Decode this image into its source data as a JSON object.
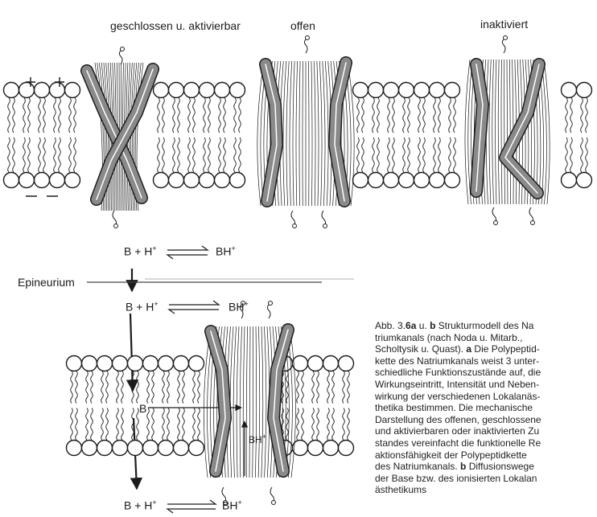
{
  "figure": {
    "panel_a": {
      "state_labels": {
        "closed": "geschlossen u. aktivierbar",
        "open": "offen",
        "inactivated": "inaktiviert"
      },
      "charges": {
        "outside": "+ +",
        "inside": "— —"
      }
    },
    "panel_b": {
      "epineurium_label": "Epineurium",
      "equation_top": {
        "left": "B + H",
        "left_sup": "+",
        "right": "BH",
        "right_sup": "+"
      },
      "equation_middle": {
        "left": "B + H",
        "left_sup": "+",
        "right": "BH",
        "right_sup": "+"
      },
      "equation_bottom": {
        "left": "B + H",
        "left_sup": "+",
        "right": "BH",
        "right_sup": "+"
      },
      "base_label": "B",
      "ion_label": "BH",
      "ion_label_sup": "+"
    },
    "caption": {
      "lines": [
        [
          {
            "t": "Abb. 3."
          },
          {
            "t": "6a",
            "b": true
          },
          {
            "t": " u. "
          },
          {
            "t": "b",
            "b": true
          },
          {
            "t": "   Strukturmodell des Na"
          }
        ],
        [
          {
            "t": "triumkanals (nach Noda u. Mitarb.,"
          }
        ],
        [
          {
            "t": "Scholtysik u. Quast). "
          },
          {
            "t": "a",
            "b": true
          },
          {
            "t": " Die Polypeptid-"
          }
        ],
        [
          {
            "t": "kette des Natriumkanals weist 3 unter-"
          }
        ],
        [
          {
            "t": "schiedliche Funktionszustände auf, die"
          }
        ],
        [
          {
            "t": "Wirkungseintritt, Intensität und Neben-"
          }
        ],
        [
          {
            "t": "wirkung der verschiedenen Lokalanäs-"
          }
        ],
        [
          {
            "t": "thetika bestimmen. Die mechanische"
          }
        ],
        [
          {
            "t": "Darstellung des offenen, geschlossene"
          }
        ],
        [
          {
            "t": "und aktivierbaren oder inaktivierten Zu"
          }
        ],
        [
          {
            "t": "standes vereinfacht die funktionelle Re"
          }
        ],
        [
          {
            "t": "aktionsfähigkeit der Polypeptidkette"
          }
        ],
        [
          {
            "t": "des Natriumkanals. "
          },
          {
            "t": "b",
            "b": true
          },
          {
            "t": " Diffusionswege"
          }
        ],
        [
          {
            "t": "der Base bzw. des ionisierten Lokalan"
          }
        ],
        [
          {
            "t": "ästhetikums"
          }
        ]
      ]
    }
  },
  "colors": {
    "ink": "#1b1b1b",
    "helix_fill": "#8a8a8a",
    "paper": "#ffffff"
  }
}
